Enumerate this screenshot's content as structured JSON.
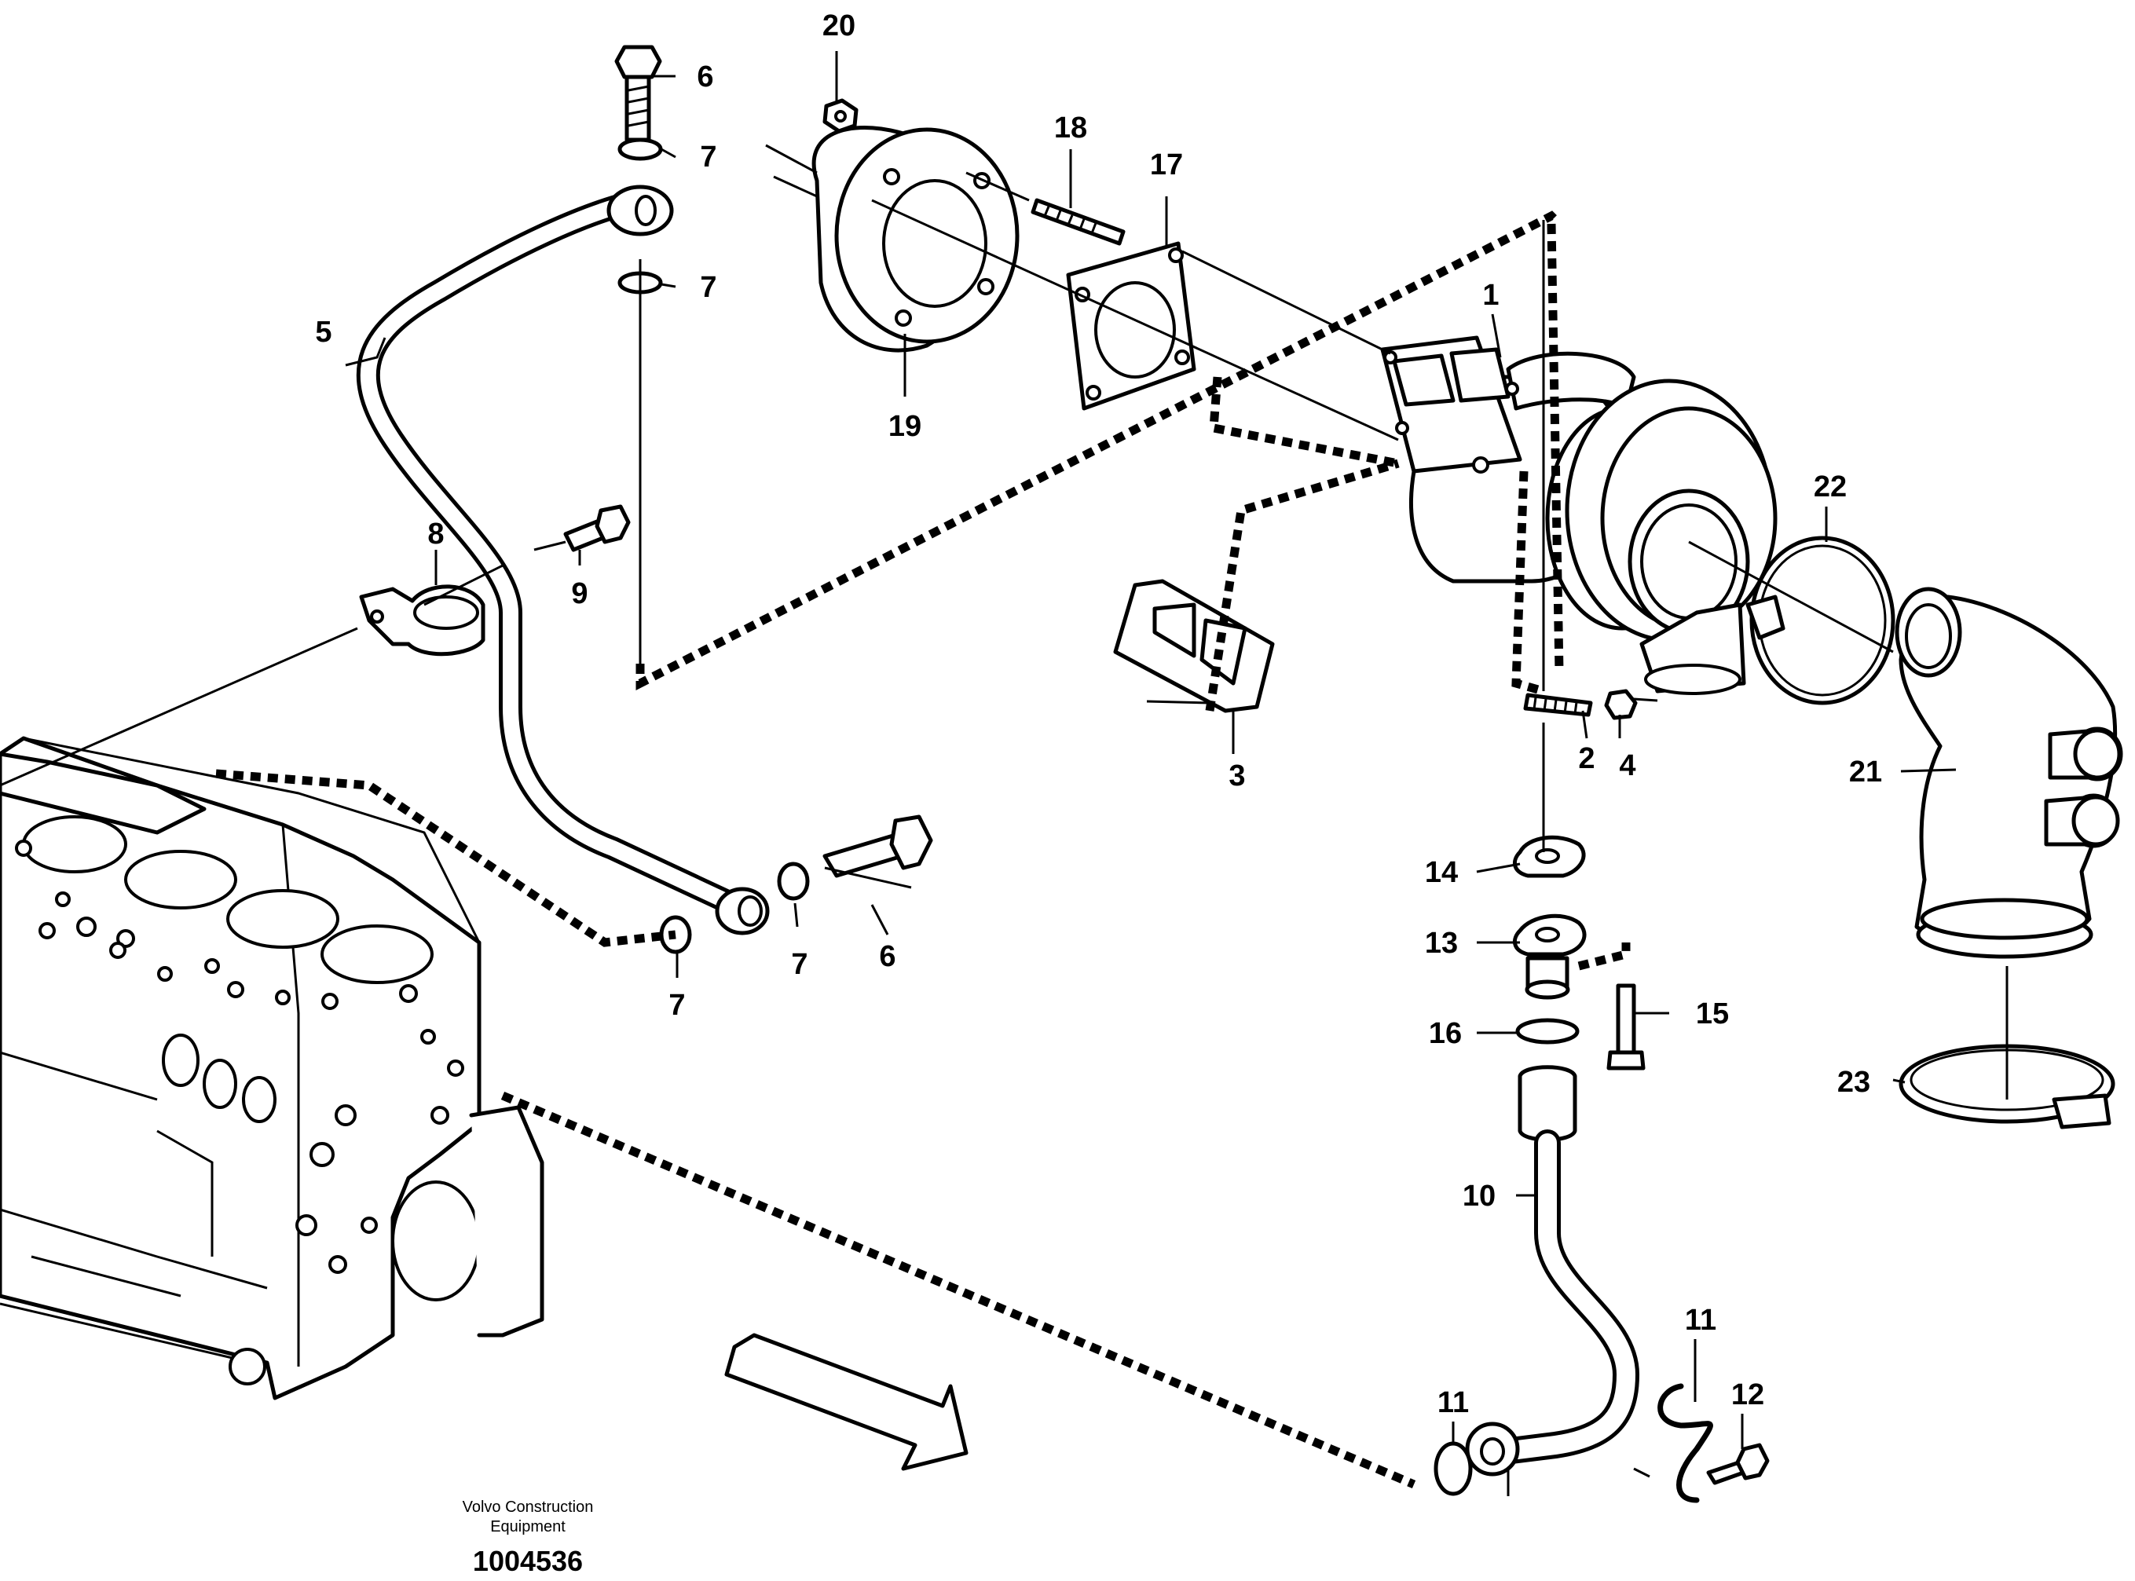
{
  "diagram": {
    "footer": {
      "brand_line1": "Volvo Construction",
      "brand_line2": "Equipment",
      "drawing_number": "1004536"
    },
    "callouts": [
      {
        "id": "c1",
        "label": "1"
      },
      {
        "id": "c2",
        "label": "2"
      },
      {
        "id": "c3",
        "label": "3"
      },
      {
        "id": "c4",
        "label": "4"
      },
      {
        "id": "c5",
        "label": "5"
      },
      {
        "id": "c6a",
        "label": "6"
      },
      {
        "id": "c6b",
        "label": "6"
      },
      {
        "id": "c7a",
        "label": "7"
      },
      {
        "id": "c7b",
        "label": "7"
      },
      {
        "id": "c7c",
        "label": "7"
      },
      {
        "id": "c7d",
        "label": "7"
      },
      {
        "id": "c8",
        "label": "8"
      },
      {
        "id": "c9",
        "label": "9"
      },
      {
        "id": "c10",
        "label": "10"
      },
      {
        "id": "c11a",
        "label": "11"
      },
      {
        "id": "c11b",
        "label": "11"
      },
      {
        "id": "c12",
        "label": "12"
      },
      {
        "id": "c13",
        "label": "13"
      },
      {
        "id": "c14",
        "label": "14"
      },
      {
        "id": "c15",
        "label": "15"
      },
      {
        "id": "c16",
        "label": "16"
      },
      {
        "id": "c17",
        "label": "17"
      },
      {
        "id": "c18",
        "label": "18"
      },
      {
        "id": "c19",
        "label": "19"
      },
      {
        "id": "c20",
        "label": "20"
      },
      {
        "id": "c21",
        "label": "21"
      },
      {
        "id": "c22",
        "label": "22"
      },
      {
        "id": "c23",
        "label": "23"
      }
    ]
  }
}
